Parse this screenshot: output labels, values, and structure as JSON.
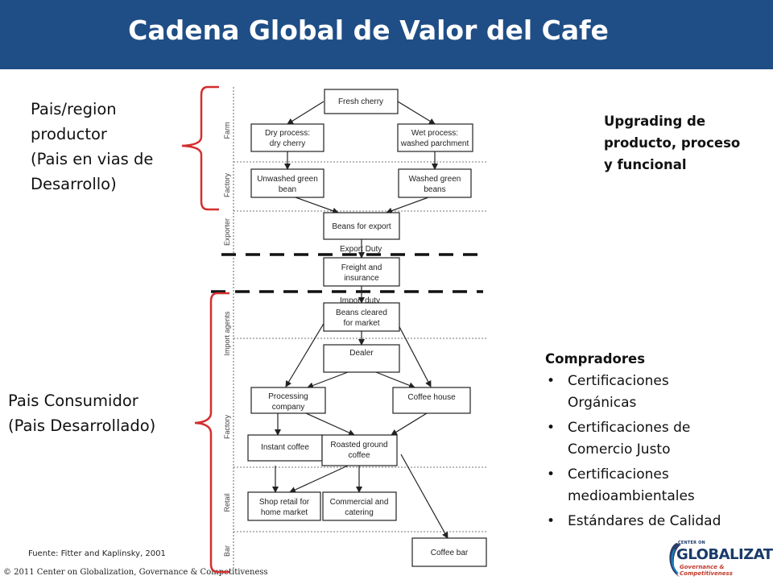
{
  "header": {
    "title": "Cadena Global de Valor del Cafe"
  },
  "left": {
    "producer": [
      "Pais/region",
      "productor",
      "(Pais en vias de",
      "Desarrollo)"
    ],
    "consumer": [
      "Pais Consumidor",
      "(Pais Desarrollado)"
    ]
  },
  "upgrading": [
    "Upgrading de",
    "producto, proceso",
    "y funcional"
  ],
  "buyers": {
    "title": "Compradores",
    "bullet": "•",
    "items": [
      [
        "Certificaciones",
        "Orgánicas"
      ],
      [
        "Certificaciones de",
        "Comercio Justo"
      ],
      [
        "Certificaciones",
        "medioambientales"
      ],
      [
        "Estándares de Calidad"
      ]
    ]
  },
  "source": "Fuente: Fitter and Kaplinsky, 2001",
  "copyright": "© 2011 Center on Globalization, Governance & Competitiveness",
  "logo": {
    "small": "CENTER ON",
    "big": "GLOBALIZATION",
    "sub": "Governance & Competitiveness"
  },
  "diagram": {
    "stages": [
      "Farm",
      "Factory",
      "Exporter",
      "Import agents",
      "Factory",
      "Retail",
      "Bar"
    ],
    "duties": {
      "export": "Export Duty",
      "import": "Import duty"
    },
    "boxes": {
      "fresh_cherry": [
        "Fresh cherry"
      ],
      "dry_process": [
        "Dry process:",
        "dry cherry"
      ],
      "wet_process": [
        "Wet process:",
        "washed parchment"
      ],
      "unwashed": [
        "Unwashed green",
        "bean"
      ],
      "washed": [
        "Washed green",
        "beans"
      ],
      "export_beans": [
        "Beans for export"
      ],
      "freight": [
        "Freight and",
        "insurance"
      ],
      "cleared": [
        "Beans cleared",
        "for market"
      ],
      "dealer": [
        "Dealer"
      ],
      "processing": [
        "Processing",
        "company"
      ],
      "coffee_house": [
        "Coffee house"
      ],
      "instant": [
        "Instant coffee"
      ],
      "roasted": [
        "Roasted ground",
        "coffee"
      ],
      "shop_retail": [
        "Shop retail for",
        "home market"
      ],
      "commercial": [
        "Commercial and",
        "catering"
      ],
      "coffee_bar": [
        "Coffee bar"
      ]
    }
  }
}
